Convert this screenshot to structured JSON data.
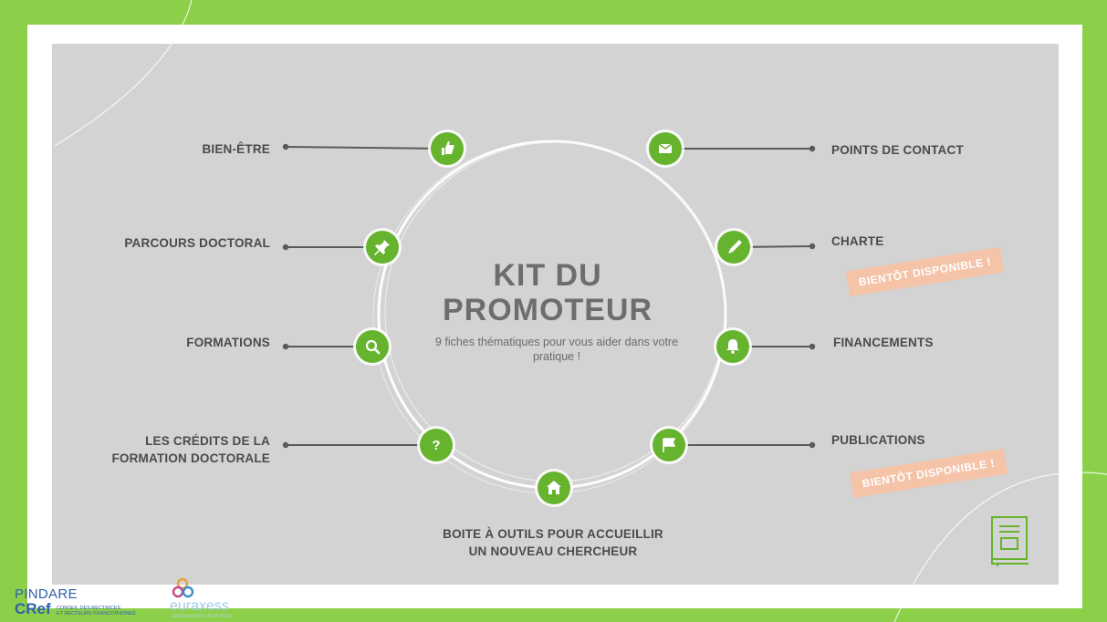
{
  "header": {
    "title": "KIT DU\nPROMOTEUR",
    "subtitle": "9 fiches thématiques pour vous aider dans votre pratique !"
  },
  "topics": {
    "bien_etre": "BIEN-ÊTRE",
    "parcours": "PARCOURS DOCTORAL",
    "formations": "FORMATIONS",
    "credits": "LES CRÉDITS DE LA\nFORMATION DOCTORALE",
    "points_contact": "POINTS DE CONTACT",
    "charte": "CHARTE",
    "financements": "FINANCEMENTS",
    "publications": "PUBLICATIONS",
    "boite": "BOITE À OUTILS POUR ACCUEILLIR\nUN NOUVEAU CHERCHEUR"
  },
  "badges": {
    "charte": "BIENTÔT DISPONIBLE !",
    "publications": "BIENTÔT DISPONIBLE !"
  },
  "icons": {
    "bien_etre": "thumbs-up-icon",
    "parcours": "pushpin-icon",
    "formations": "search-icon",
    "credits": "question-icon",
    "boite": "home-icon",
    "points_contact": "envelope-icon",
    "charte": "pen-icon",
    "financements": "bell-icon",
    "publications": "flag-icon",
    "library": "book-icon"
  },
  "logos": {
    "pindare": "PINDARE",
    "cref": "CRef",
    "cref_sub": "CONSEIL DES RECTRICES\nET RECTEURS FRANCOPHONES",
    "euraxess": "euraxess",
    "euraxess_sub": "RESEARCHERS IN MOTION"
  },
  "colors": {
    "green": "#66b32e",
    "frame_green": "#8cd04a",
    "panel_gray": "#d3d3d3",
    "badge_peach": "#f4c3a8",
    "text_dark": "#4b4b4b"
  }
}
